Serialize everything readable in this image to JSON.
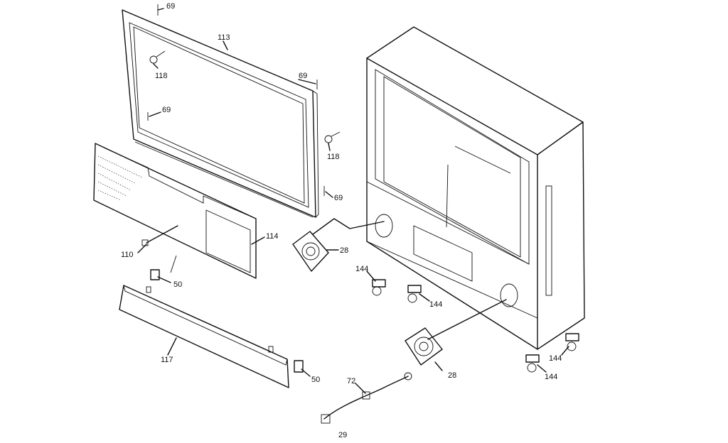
{
  "callouts": {
    "c69_top": "69",
    "c113": "113",
    "c118_left": "118",
    "c69_right": "69",
    "c69_left": "69",
    "c118_right": "118",
    "c69_lower": "69",
    "c114": "114",
    "c110": "110",
    "c28_upper": "28",
    "c50_upper": "50",
    "c144_a": "144",
    "c144_b": "144",
    "c117": "117",
    "c50_lower": "50",
    "c28_lower": "28",
    "c72": "72",
    "c144_c": "144",
    "c144_d": "144"
  },
  "page_number": "29"
}
